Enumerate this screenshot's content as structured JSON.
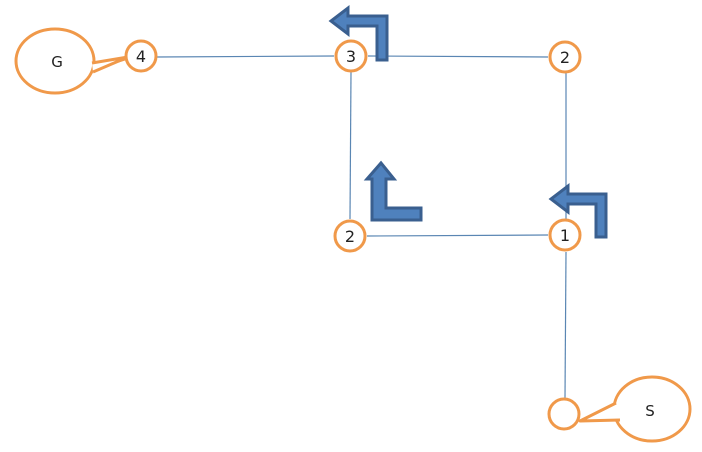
{
  "colors": {
    "edge": "#5a86b3",
    "node_stroke": "#f0994a",
    "arrow_fill": "#4f81bd",
    "arrow_stroke": "#3a5f8f"
  },
  "nodes": [
    {
      "id": "n4",
      "label": "4"
    },
    {
      "id": "n3",
      "label": "3"
    },
    {
      "id": "n2a",
      "label": "2"
    },
    {
      "id": "n2b",
      "label": "2"
    },
    {
      "id": "n1",
      "label": "1"
    },
    {
      "id": "ns",
      "label": ""
    }
  ],
  "callouts": {
    "goal": "G",
    "start": "S"
  },
  "arrows": [
    {
      "id": "turn-left-top",
      "icon": "turn-left-arrow"
    },
    {
      "id": "turn-left-right",
      "icon": "turn-left-arrow"
    },
    {
      "id": "turn-up-middle",
      "icon": "turn-up-arrow"
    }
  ]
}
